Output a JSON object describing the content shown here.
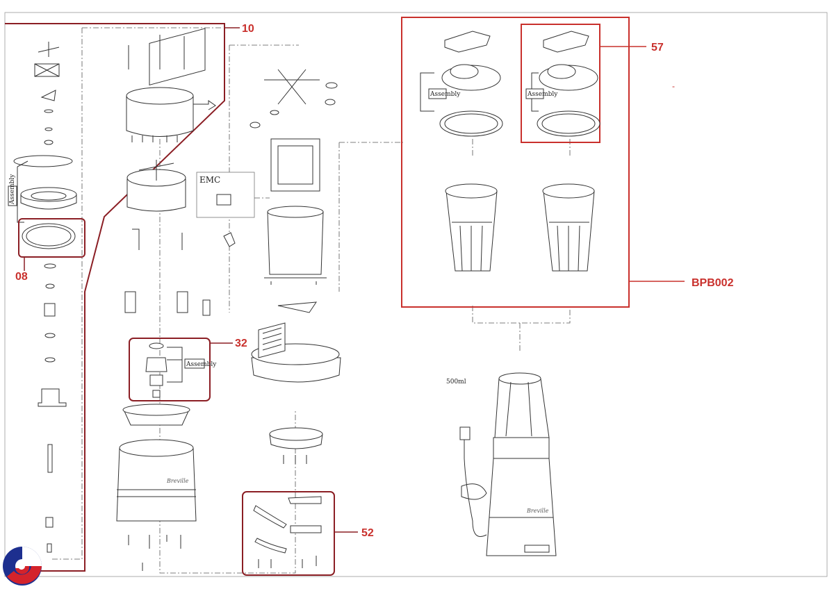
{
  "diagram": {
    "callouts": {
      "c10": "10",
      "c57": "57",
      "c08": "08",
      "c32": "32",
      "c52": "52",
      "cBPB002": "BPB002"
    },
    "labels": {
      "emc": "EMC",
      "capacity": "500ml",
      "assembly": "Assembly"
    },
    "brand_mark": "Breville",
    "colors": {
      "callout": "#c9302c",
      "box": "#8b1e24",
      "line": "#333333"
    }
  }
}
